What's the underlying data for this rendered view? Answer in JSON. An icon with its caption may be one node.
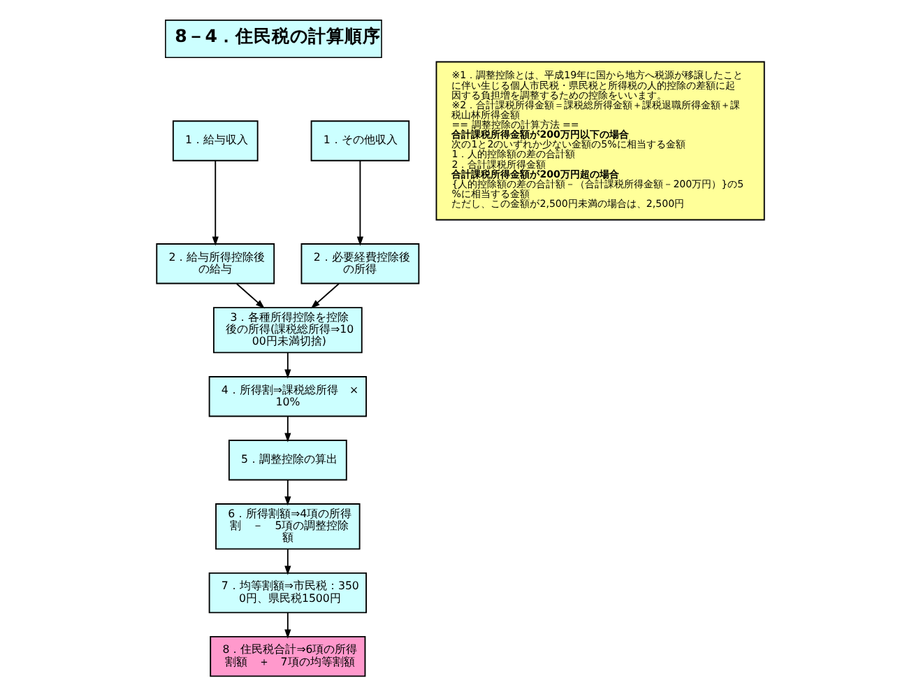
{
  "diagram": {
    "title": "8－4．住民税の計算順序",
    "nodes": [
      {
        "text": [
          "1．給与収入"
        ]
      },
      {
        "text": [
          "1．その他収入"
        ]
      },
      {
        "text": [
          "2．給与所得控除後の給与"
        ]
      },
      {
        "text": [
          "2．必要経費控除後の所得"
        ]
      },
      {
        "text": [
          "3．各種所得控除を控除後の所得(課税総所得⇒1000円未満切捨)"
        ]
      },
      {
        "text": [
          "4．所得割⇒課税総所得　×10%"
        ]
      },
      {
        "text": [
          "5．調整控除の算出"
        ]
      },
      {
        "text": [
          "6．所得割額⇒4項の所得割　－　5項の調整控除額"
        ]
      },
      {
        "text": [
          "7．均等割額⇒市民税：3500円、県民税1500円"
        ]
      },
      {
        "text": [
          "8．住民税合計⇒6項の所得割額　＋　7項の均等割額"
        ]
      },
      {
        "text": [
          "※1．調整控除とは、平成19年に国から地方へ税源が移譲したことに伴い生じる個人市民税・県民税と所得税の人的控除の差額に起因する負担増を調整するための控除をいいます。",
          "※2．合計課税所得金額＝課税総所得金額＋課税退職所得金額＋課税山林所得金額",
          "== 調整控除の計算方法 ==",
          "合計課税所得金額が200万円以下の場合",
          "次の1と2のいずれか少ない金額の5%に相当する金額",
          "1．人的控除額の差の合計額",
          "2．合計課税所得金額",
          "合計課税所得金額が200万円超の場合",
          "{人的控除額の差の合計額－（合計課税所得金額－200万円）}の5%に相当する金額",
          "ただし、この金額が2,500円未満の場合は、2,500円"
        ]
      }
    ],
    "edges": [
      {
        "from": 0,
        "to": 2,
        "arrow": "to"
      },
      {
        "from": 1,
        "to": 3,
        "arrow": "to"
      },
      {
        "from": 2,
        "to": 4,
        "arrow": "to"
      },
      {
        "from": 3,
        "to": 4,
        "arrow": "to"
      },
      {
        "from": 4,
        "to": 5,
        "arrow": "to"
      },
      {
        "from": 5,
        "to": 6,
        "arrow": "to"
      },
      {
        "from": 6,
        "to": 7,
        "arrow": "to"
      },
      {
        "from": 7,
        "to": 8,
        "arrow": "to"
      },
      {
        "from": 8,
        "to": 9,
        "arrow": "to"
      }
    ]
  }
}
